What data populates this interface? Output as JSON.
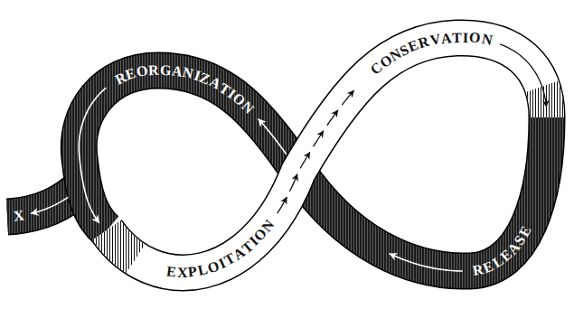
{
  "diagram": {
    "labels": [
      "REORGANIZATION",
      "CONSERVATION",
      "X",
      "RELEASE",
      "EXPLOITATION"
    ]
  }
}
